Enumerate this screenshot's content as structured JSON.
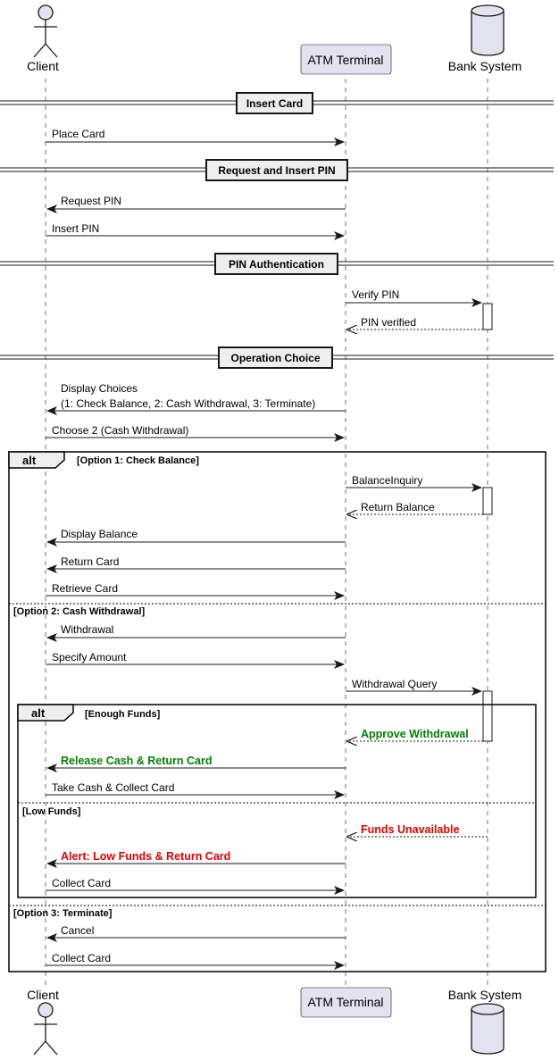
{
  "participants": {
    "client": {
      "name": "Client",
      "icon": "actor-icon"
    },
    "atm": {
      "name": "ATM Terminal",
      "icon": "participant-box"
    },
    "bank": {
      "name": "Bank System",
      "icon": "database-icon"
    }
  },
  "sections": {
    "insert_card": "Insert Card",
    "request_pin": "Request and Insert PIN",
    "pin_auth": "PIN Authentication",
    "operation_choice": "Operation Choice"
  },
  "messages": [
    {
      "id": "place-card",
      "text": "Place Card"
    },
    {
      "id": "request-pin",
      "text": "Request PIN"
    },
    {
      "id": "insert-pin",
      "text": "Insert PIN"
    },
    {
      "id": "verify-pin",
      "text": "Verify PIN"
    },
    {
      "id": "pin-verified",
      "text": "PIN verified"
    },
    {
      "id": "display-choices",
      "text": [
        "Display Choices",
        "(1: Check Balance, 2: Cash Withdrawal, 3: Terminate)"
      ]
    },
    {
      "id": "choose-2",
      "text": "Choose 2 (Cash Withdrawal)"
    },
    {
      "id": "balance-inquiry",
      "text": "BalanceInquiry"
    },
    {
      "id": "return-balance",
      "text": "Return Balance"
    },
    {
      "id": "display-balance",
      "text": "Display Balance"
    },
    {
      "id": "return-card",
      "text": "Return Card"
    },
    {
      "id": "retrieve-card",
      "text": "Retrieve Card"
    },
    {
      "id": "withdrawal",
      "text": "Withdrawal"
    },
    {
      "id": "specify-amount",
      "text": "Specify Amount"
    },
    {
      "id": "withdrawal-query",
      "text": "Withdrawal Query"
    },
    {
      "id": "approve-withdrawal",
      "text": "Approve Withdrawal"
    },
    {
      "id": "release-cash",
      "text": "Release Cash & Return Card"
    },
    {
      "id": "take-cash",
      "text": "Take Cash & Collect Card"
    },
    {
      "id": "funds-unavailable",
      "text": "Funds Unavailable"
    },
    {
      "id": "alert-low-funds",
      "text": "Alert: Low Funds & Return Card"
    },
    {
      "id": "collect-card-1",
      "text": "Collect Card"
    },
    {
      "id": "cancel",
      "text": "Cancel"
    },
    {
      "id": "collect-card-2",
      "text": "Collect Card"
    }
  ],
  "fragments": {
    "outer": {
      "keyword": "alt",
      "guards": [
        "[Option 1: Check Balance]",
        "[Option 2: Cash Withdrawal]",
        "[Option 3: Terminate]"
      ]
    },
    "inner": {
      "keyword": "alt",
      "guards": [
        "[Enough Funds]",
        "[Low Funds]"
      ]
    }
  },
  "colors": {
    "participant_fill": "#E2E2F0",
    "participant_stroke": "#181818",
    "section_fill": "#EEEEEE",
    "success": "#008000",
    "error": "#E00000"
  }
}
